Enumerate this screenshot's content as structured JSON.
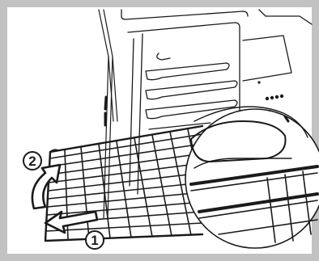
{
  "figure": {
    "steps": [
      {
        "number": "1",
        "action": "pull"
      },
      {
        "number": "2",
        "action": "lift"
      }
    ],
    "colors": {
      "frame": "#c2c2c2",
      "line": "#1a1a1a",
      "background": "#ffffff"
    }
  }
}
